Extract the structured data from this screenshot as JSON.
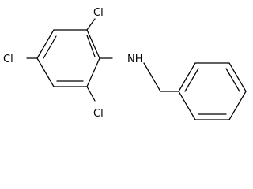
{
  "molecule": {
    "atoms": {
      "cl_top": "Cl",
      "cl_left": "Cl",
      "cl_bottom": "Cl",
      "nh": "NH"
    },
    "colors": {
      "bond": "#000000",
      "text": "#000000",
      "background": "#ffffff"
    }
  }
}
